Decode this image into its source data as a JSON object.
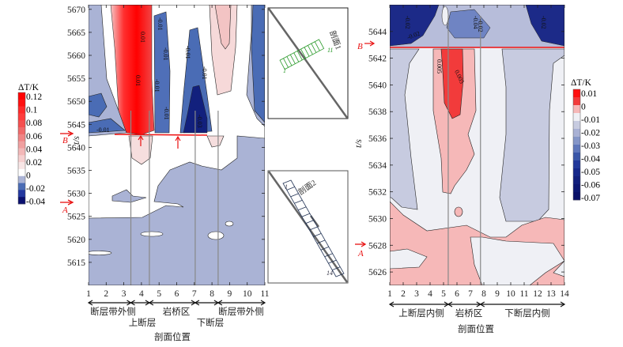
{
  "chart_data": [
    {
      "type": "heatmap",
      "title": "",
      "xlabel": "剖面位置",
      "ylabel": "t/s",
      "xlim": [
        1,
        11
      ],
      "ylim": [
        5610,
        5671
      ],
      "xticks": [
        1,
        2,
        3,
        4,
        5,
        6,
        7,
        8,
        9,
        10,
        11
      ],
      "yticks": [
        5670,
        5665,
        5660,
        5655,
        5650,
        5645,
        5640,
        5635,
        5630,
        5625,
        5620,
        5615
      ],
      "colorbar": {
        "label": "ΔT/K",
        "ticks": [
          "0.12",
          "0.1",
          "0.08",
          "0.06",
          "0.04",
          "0.02",
          "0",
          "-0.02",
          "-0.04"
        ]
      },
      "contour_labels": [
        "0.01",
        "0.01",
        "-0.01",
        "-0.01",
        "-0.01",
        "-0.01",
        "-0.01",
        "-0.01",
        "-0.01",
        "-0.03"
      ],
      "markers": {
        "B": "B",
        "A": "A"
      },
      "region_labels": [
        "断层带外侧",
        "上断层",
        "岩桥区",
        "下断层",
        "断层带外侧"
      ],
      "fault_lines_x": [
        3.4,
        4.45,
        7.05,
        8.35
      ],
      "insets": [
        {
          "label": "剖面1",
          "ends": [
            "1",
            "11"
          ]
        },
        {
          "label": "剖面2",
          "ends": [
            "1",
            "14"
          ]
        }
      ]
    },
    {
      "type": "heatmap",
      "title": "",
      "xlabel": "剖面位置",
      "ylabel": "t/s",
      "xlim": [
        1,
        14
      ],
      "ylim": [
        5625,
        5646
      ],
      "xticks": [
        1,
        2,
        3,
        4,
        5,
        6,
        7,
        8,
        9,
        10,
        11,
        12,
        13,
        14
      ],
      "yticks": [
        5644,
        5642,
        5640,
        5638,
        5636,
        5634,
        5632,
        5630,
        5628,
        5626
      ],
      "colorbar": {
        "label": "ΔT/K",
        "ticks": [
          "0.01",
          "0",
          "-0.01",
          "-0.02",
          "-0.03",
          "-0.04",
          "-0.05",
          "-0.06",
          "-0.07"
        ]
      },
      "contour_labels": [
        "0.005",
        "0.005",
        "-0.02",
        "-0.02",
        "-0.04",
        "-0.02",
        "-0.02"
      ],
      "markers": {
        "B": "B",
        "A": "A"
      },
      "region_labels": [
        "上断层内侧",
        "岩桥区",
        "下断层内侧"
      ],
      "fault_lines_x": [
        5.35,
        7.75
      ]
    }
  ],
  "colors": {
    "red": "#ff0000",
    "pink": "#f6b8b8",
    "light_blue": "#aab3d5",
    "dark_blue": "#0a1070",
    "marker": "#e81010"
  }
}
